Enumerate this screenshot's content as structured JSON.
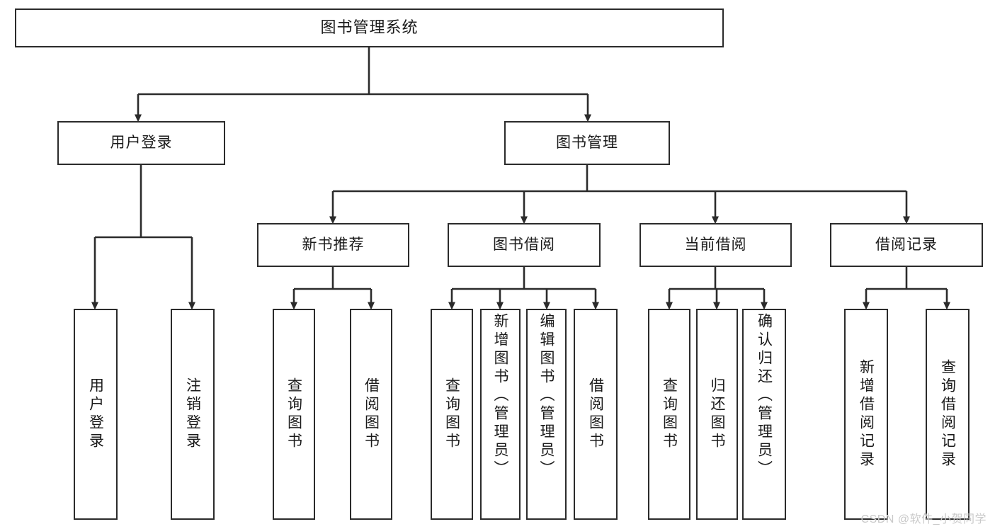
{
  "diagram": {
    "title_node": {
      "label": "图书管理系统"
    },
    "level2": [
      {
        "label": "用户登录"
      },
      {
        "label": "图书管理"
      }
    ],
    "level3": [
      {
        "label": "新书推荐"
      },
      {
        "label": "图书借阅"
      },
      {
        "label": "当前借阅"
      },
      {
        "label": "借阅记录"
      }
    ],
    "leaves": {
      "user_login": [
        {
          "label": "用户登录"
        },
        {
          "label": "注销登录"
        }
      ],
      "new_book_recommend": [
        {
          "label": "查询图书"
        },
        {
          "label": "借阅图书"
        }
      ],
      "book_borrow": [
        {
          "label": "查询图书"
        },
        {
          "label": "新增图书（管理员）"
        },
        {
          "label": "编辑图书（管理员）"
        },
        {
          "label": "借阅图书"
        }
      ],
      "current_borrow": [
        {
          "label": "查询图书"
        },
        {
          "label": "归还图书"
        },
        {
          "label": "确认归还（管理员）"
        }
      ],
      "borrow_record": [
        {
          "label": "新增借阅记录"
        },
        {
          "label": "查询借阅记录"
        }
      ]
    }
  },
  "watermark": {
    "text": "CSDN @软件_小贺同学"
  },
  "colors": {
    "border": "#2b2b2b",
    "text": "#1a1a1a",
    "background": "#ffffff",
    "watermark": "#c9c9c9"
  }
}
